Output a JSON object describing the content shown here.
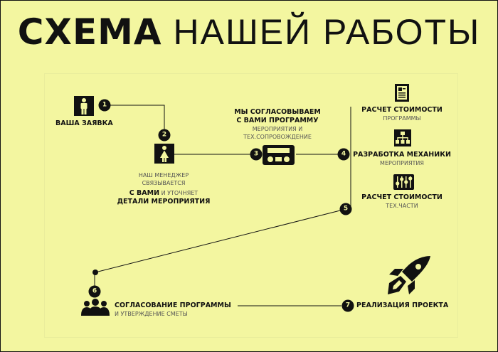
{
  "title": {
    "bold": "СХЕМА",
    "light": "НАШЕЙ РАБОТЫ"
  },
  "steps": {
    "s1": {
      "num": "1",
      "title": "ВАША ЗАЯВКА"
    },
    "s2": {
      "num": "2",
      "line1": "НАШ МЕНЕДЖЕР",
      "line2": "СВЯЗЫВАЕТСЯ",
      "line3_bold": "С ВАМИ",
      "line3_rest": " И УТОЧНЯЕТ",
      "line4": "ДЕТАЛИ МЕРОПРИЯТИЯ"
    },
    "s3": {
      "num": "3",
      "line1": "МЫ СОГЛАСОВЫВАЕМ",
      "line2": "С ВАМИ ПРОГРАММУ",
      "line3": "МЕРОПРИЯТИЯ И",
      "line4": "ТЕХ.СОПРОВОЖДЕНИЕ"
    },
    "s4": {
      "num": "4",
      "a": {
        "title": "РАСЧЕТ СТОИМОСТИ",
        "sub": "ПРОГРАММЫ"
      },
      "b": {
        "title": "РАЗРАБОТКА МЕХАНИКИ",
        "sub": "МЕРОПРИЯТИЯ"
      },
      "c": {
        "title": "РАСЧЕТ СТОИМОСТИ",
        "sub": "ТЕХ.ЧАСТИ"
      }
    },
    "s5": {
      "num": "5"
    },
    "s6": {
      "num": "6",
      "title": "СОГЛАСОВАНИЕ ПРОГРАММЫ",
      "sub": "И УТВЕРЖДЕНИЕ СМЕТЫ"
    },
    "s7": {
      "num": "7",
      "title": "РЕАЛИЗАЦИЯ ПРОЕКТА"
    }
  },
  "colors": {
    "background": "#f3f6a0",
    "ink": "#111111",
    "muted": "#555555"
  },
  "icons": [
    "male-person-icon",
    "female-person-icon",
    "cassette-player-icon",
    "document-icon",
    "hierarchy-icon",
    "mixer-sliders-icon",
    "group-people-icon",
    "rocket-icon"
  ]
}
